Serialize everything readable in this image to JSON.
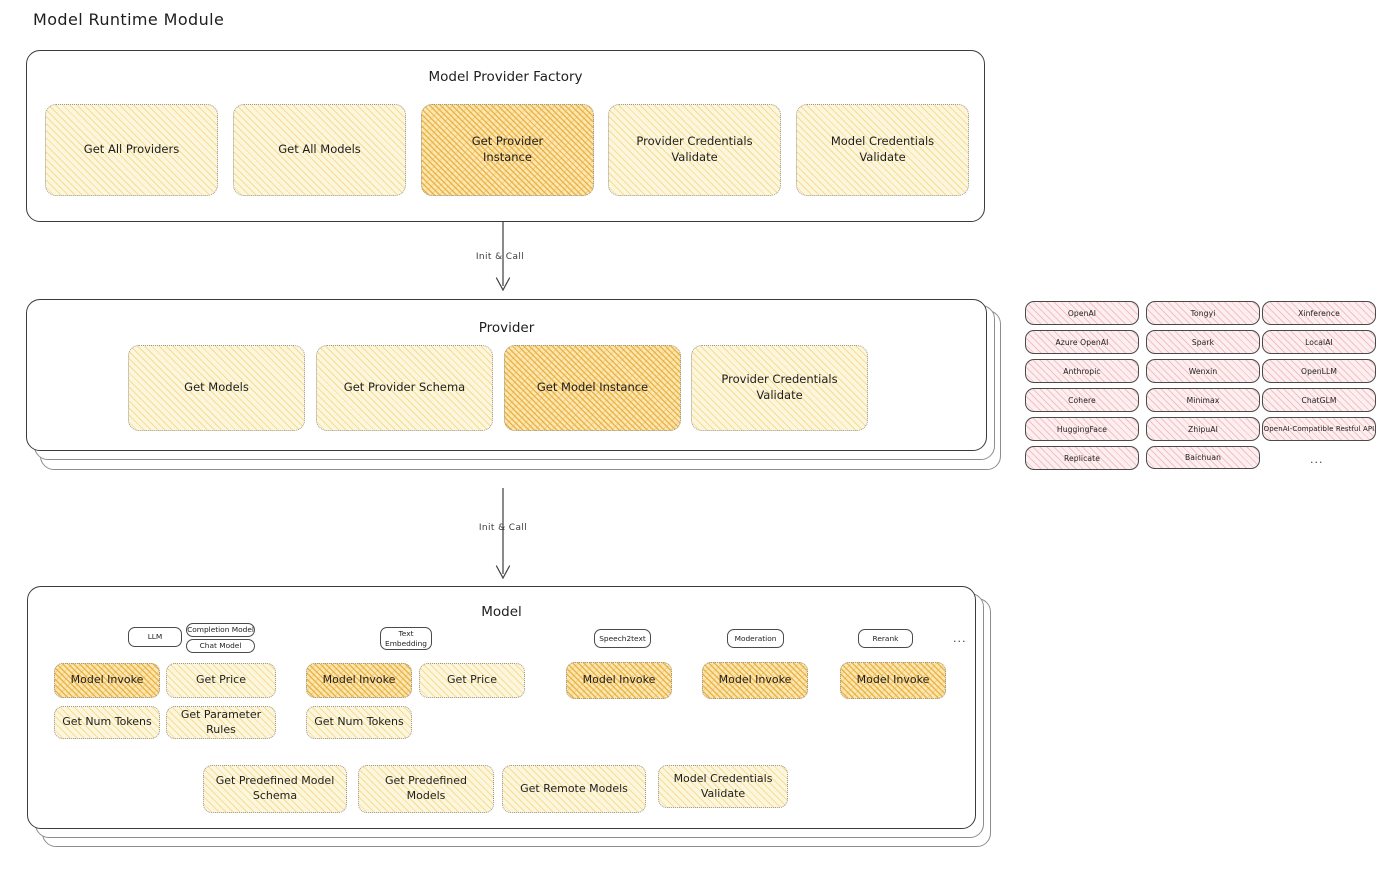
{
  "page_title": "Model Runtime Module",
  "colors": {
    "box_fill_light": "#fdf6de",
    "box_fill_highlight": "#fbe6b4",
    "pill_fill": "#fdeeef",
    "badge_fill": "#eef4fb",
    "stroke": "#3c3c3c"
  },
  "factory": {
    "title": "Model Provider Factory",
    "methods": [
      {
        "label": "Get All Providers",
        "highlight": false
      },
      {
        "label": "Get All Models",
        "highlight": false
      },
      {
        "label": "Get Provider\nInstance",
        "highlight": true
      },
      {
        "label": "Provider Credentials\nValidate",
        "highlight": false
      },
      {
        "label": "Model Credentials\nValidate",
        "highlight": false
      }
    ]
  },
  "arrows": [
    {
      "label": "Init & Call"
    },
    {
      "label": "Init & Call"
    }
  ],
  "provider": {
    "title": "Provider",
    "methods": [
      {
        "label": "Get Models",
        "highlight": false
      },
      {
        "label": "Get Provider Schema",
        "highlight": false
      },
      {
        "label": "Get Model Instance",
        "highlight": true
      },
      {
        "label": "Provider Credentials\nValidate",
        "highlight": false
      }
    ]
  },
  "provider_list": {
    "columns": [
      [
        "OpenAI",
        "Azure OpenAI",
        "Anthropic",
        "Cohere",
        "HuggingFace",
        "Replicate"
      ],
      [
        "Tongyi",
        "Spark",
        "Wenxin",
        "Minimax",
        "ZhipuAI",
        "Baichuan"
      ],
      [
        "Xinference",
        "LocalAI",
        "OpenLLM",
        "ChatGLM",
        "OpenAI-Compatible Restful API"
      ]
    ],
    "more": "..."
  },
  "model": {
    "title": "Model",
    "more": "...",
    "groups": [
      {
        "badges": [
          "LLM",
          "Completion Model",
          "Chat Model"
        ],
        "methods": [
          {
            "label": "Model Invoke",
            "highlight": true
          },
          {
            "label": "Get Price",
            "highlight": false
          },
          {
            "label": "Get Num Tokens",
            "highlight": false
          },
          {
            "label": "Get Parameter\nRules",
            "highlight": false
          }
        ]
      },
      {
        "badges": [
          "Text\nEmbedding"
        ],
        "methods": [
          {
            "label": "Model Invoke",
            "highlight": true
          },
          {
            "label": "Get Price",
            "highlight": false
          },
          {
            "label": "Get Num Tokens",
            "highlight": false
          }
        ]
      },
      {
        "badges": [
          "Speech2text"
        ],
        "methods": [
          {
            "label": "Model Invoke",
            "highlight": true
          }
        ]
      },
      {
        "badges": [
          "Moderation"
        ],
        "methods": [
          {
            "label": "Model Invoke",
            "highlight": true
          }
        ]
      },
      {
        "badges": [
          "Rerank"
        ],
        "methods": [
          {
            "label": "Model Invoke",
            "highlight": true
          }
        ]
      }
    ],
    "shared_methods": [
      "Get Predefined Model\nSchema",
      "Get Predefined\nModels",
      "Get Remote Models",
      "Model Credentials\nValidate"
    ]
  }
}
